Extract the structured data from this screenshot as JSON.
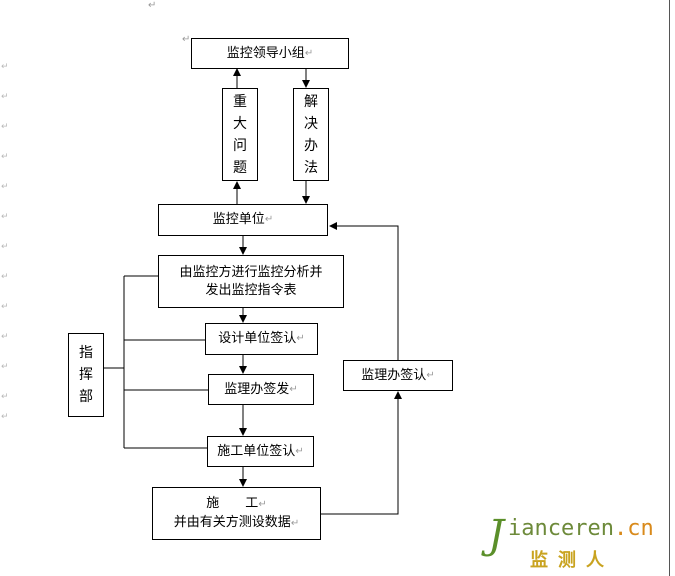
{
  "flowchart": {
    "leading_group": "监控领导小组",
    "major_issues": [
      "重",
      "大",
      "问",
      "题"
    ],
    "solutions": [
      "解",
      "决",
      "办",
      "法"
    ],
    "monitoring_unit": "监控单位",
    "analysis": [
      "由监控方进行监控分析并",
      "发出监控指令表"
    ],
    "design_sign": "设计单位签认",
    "office_issue": "监理办签发",
    "construction_sign": "施工单位签认",
    "construction": [
      "施　　工",
      "并由有关方测设数据"
    ],
    "command": [
      "指",
      "挥",
      "部"
    ],
    "office_sign": "监理办签认",
    "paragraph_mark": "↵"
  },
  "logo": {
    "latin_j": "J",
    "latin": "ianceren",
    "dot": ".",
    "cn": "cn",
    "chinese": "监测人"
  },
  "colors": {
    "line": "#000000",
    "logo_green": "#5b8f2a",
    "logo_orange": "#d98a1b"
  }
}
